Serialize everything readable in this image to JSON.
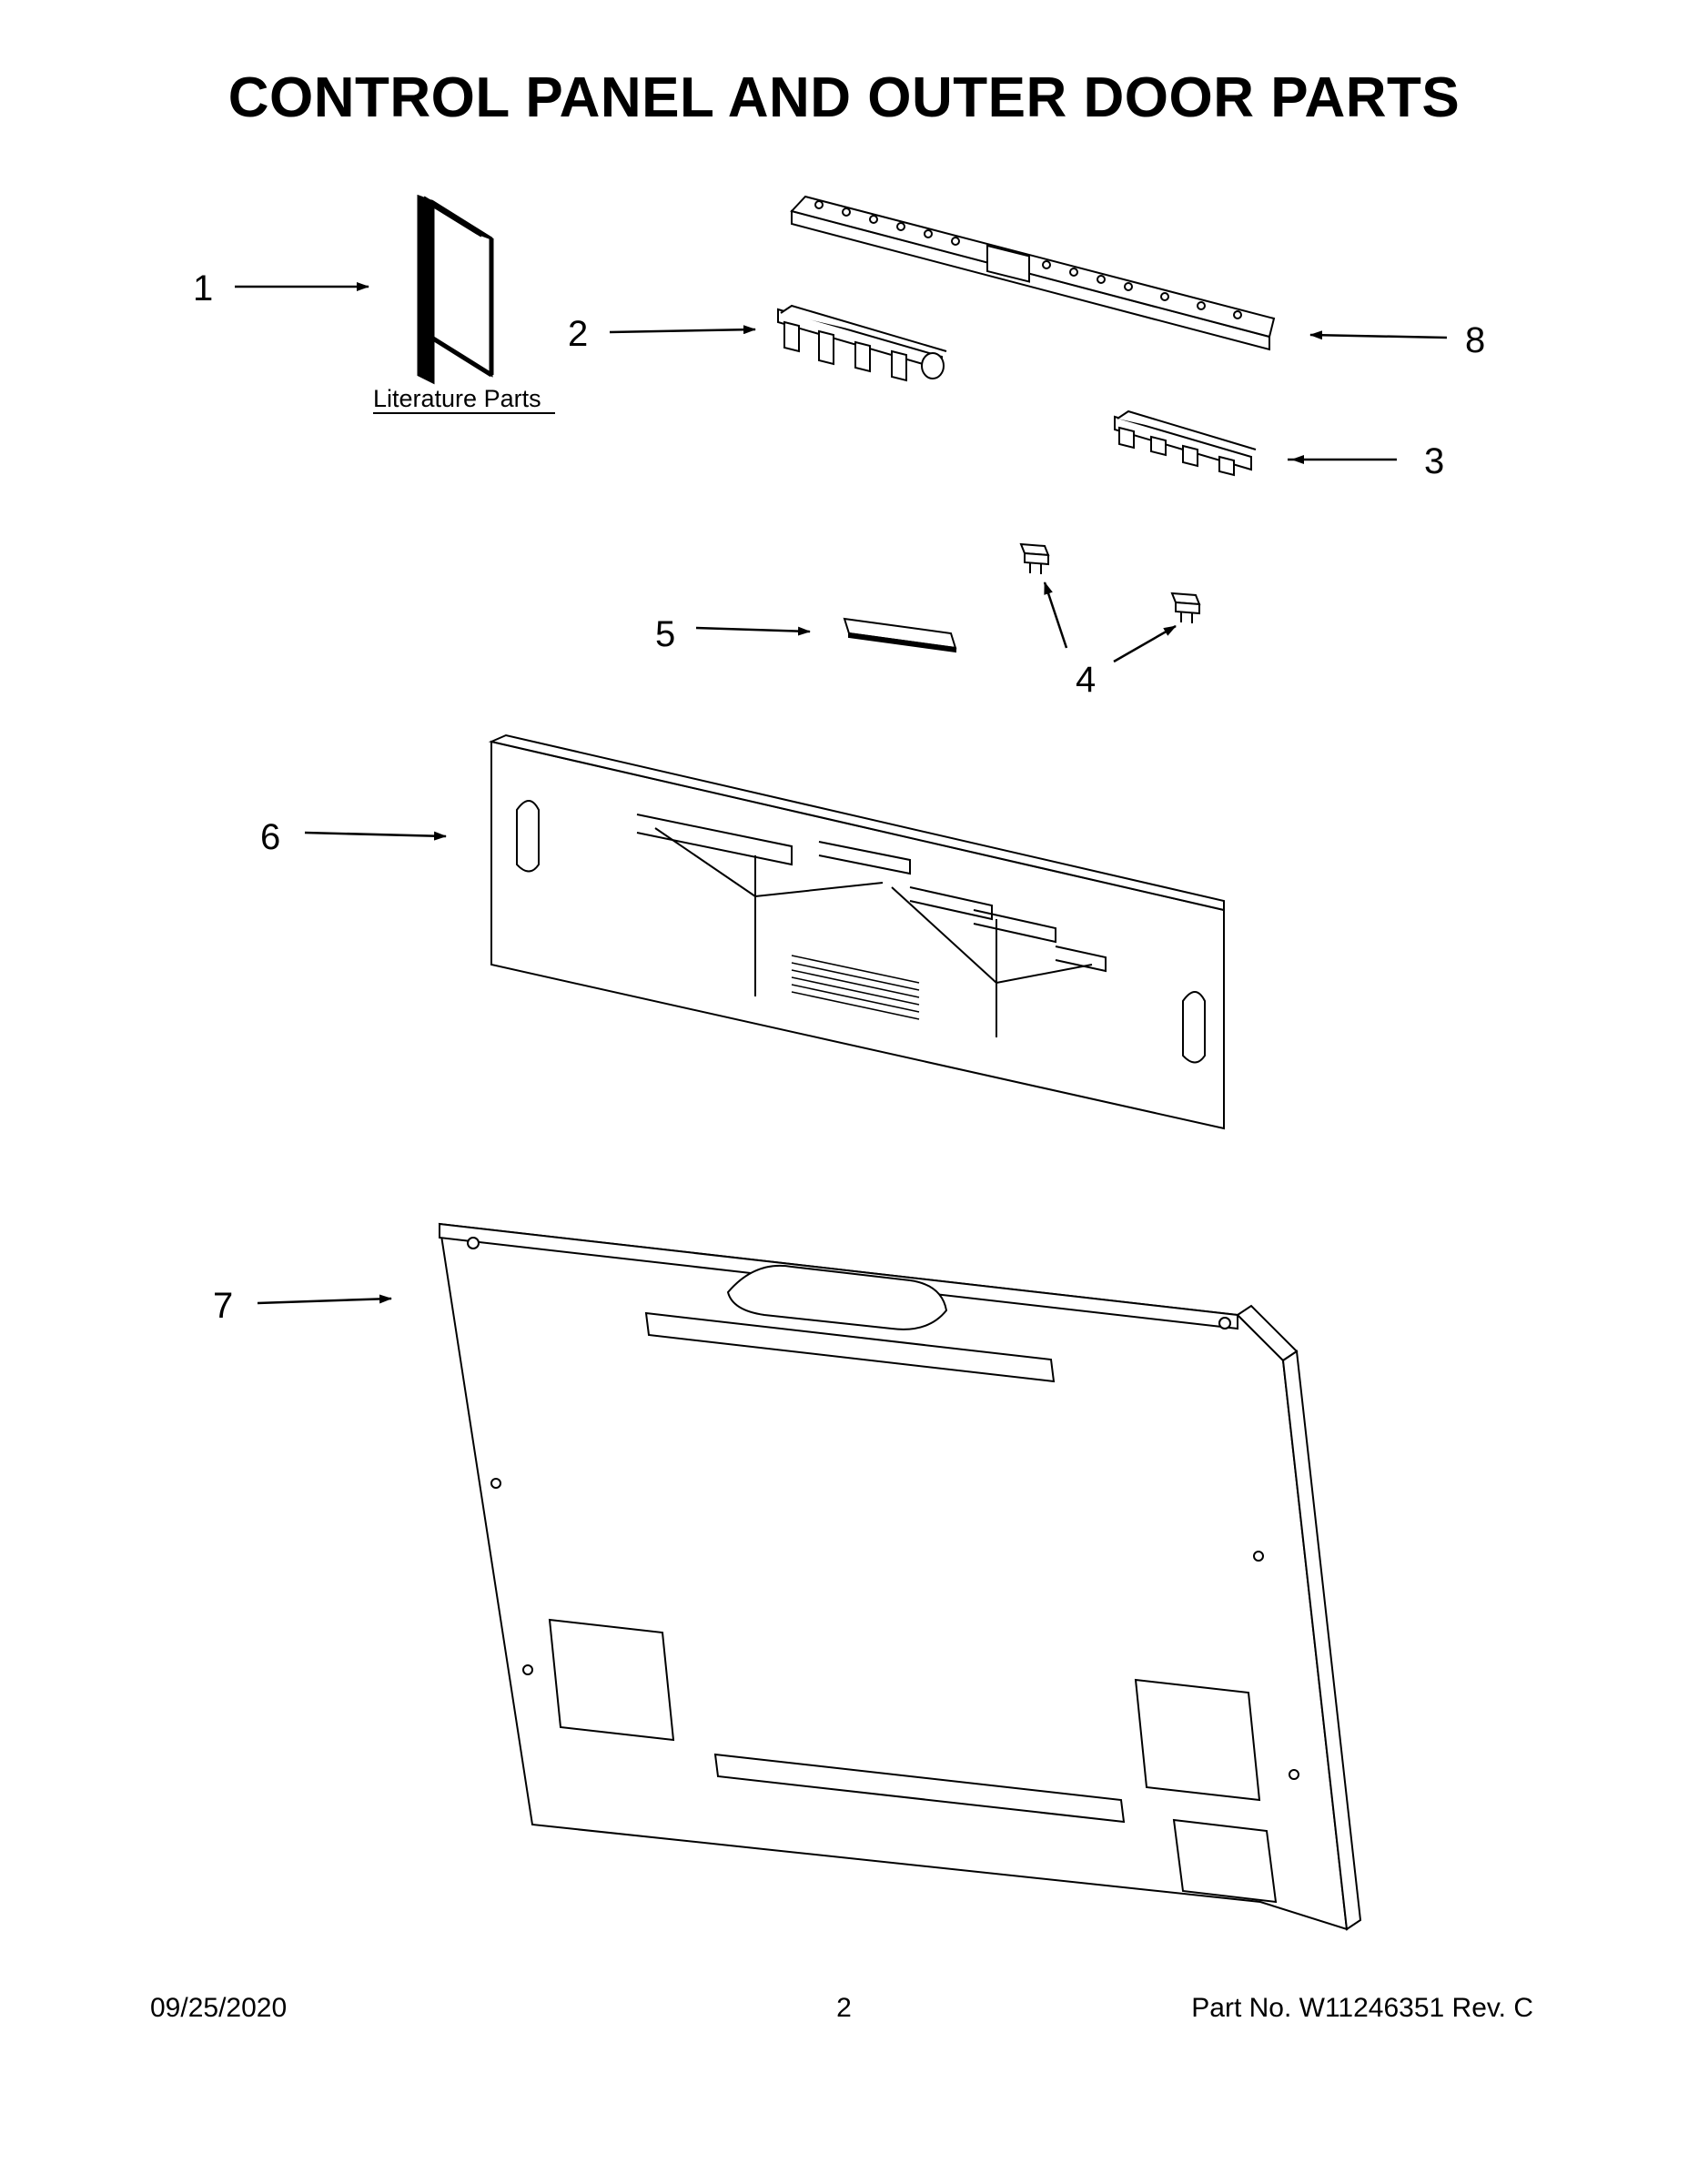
{
  "header": {
    "title": "CONTROL PANEL AND OUTER DOOR PARTS"
  },
  "callouts": [
    {
      "id": "1",
      "label": "1"
    },
    {
      "id": "2",
      "label": "2"
    },
    {
      "id": "3",
      "label": "3"
    },
    {
      "id": "4",
      "label": "4"
    },
    {
      "id": "5",
      "label": "5"
    },
    {
      "id": "6",
      "label": "6"
    },
    {
      "id": "7",
      "label": "7"
    },
    {
      "id": "8",
      "label": "8"
    }
  ],
  "literature_label": "Literature Parts",
  "footer": {
    "date": "09/25/2020",
    "page_number": "2",
    "part_number": "Part No.  W11246351  Rev.  C"
  },
  "colors": {
    "line": "#000000",
    "background": "#ffffff"
  }
}
